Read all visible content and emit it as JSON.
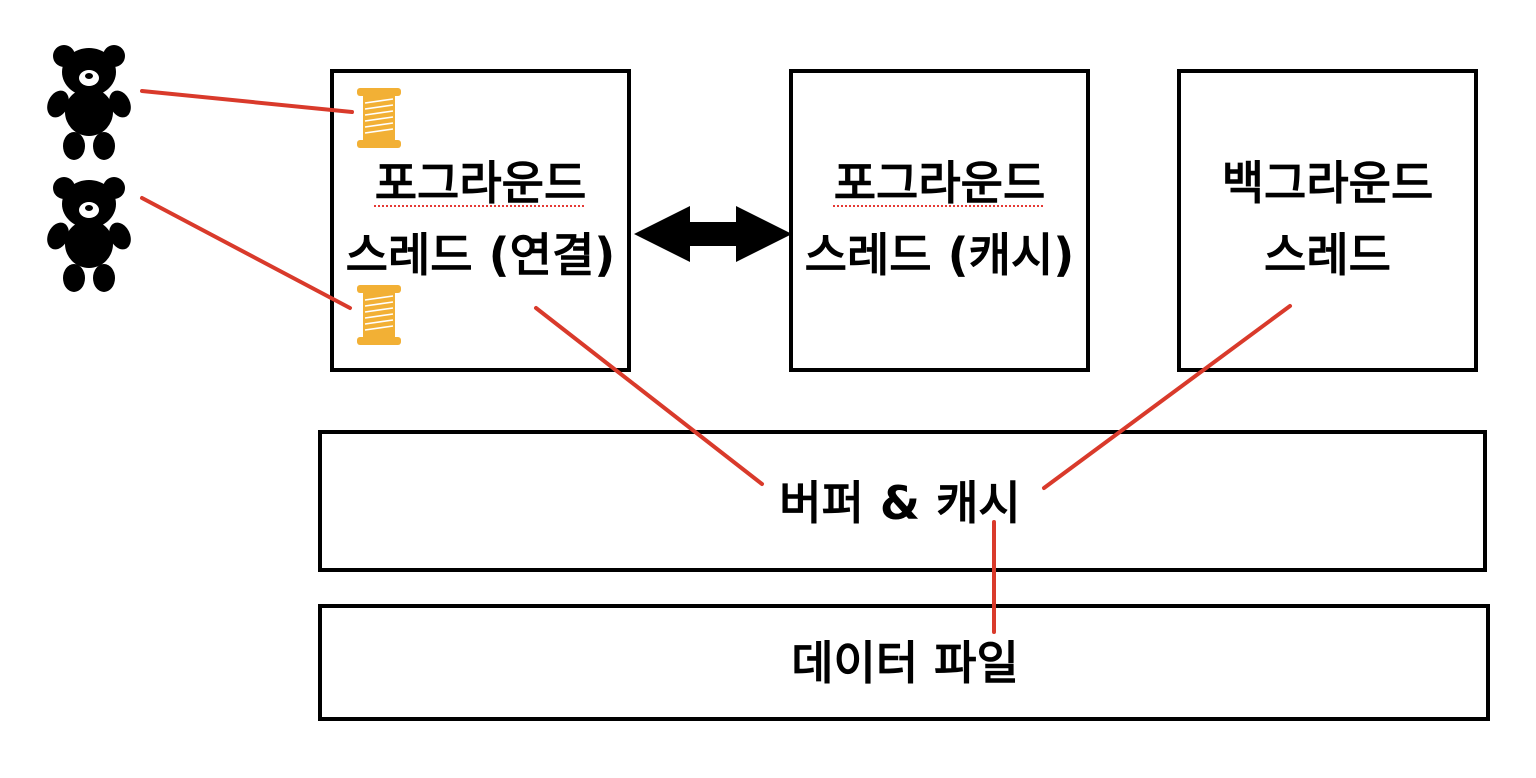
{
  "boxes": {
    "fg_connection": {
      "line1": "포그라운드",
      "line2": "스레드 (연결)"
    },
    "fg_cache": {
      "line1": "포그라운드",
      "line2": "스레드 (캐시)"
    },
    "bg": {
      "line1": "백그라운드",
      "line2": "스레드"
    },
    "buffer_cache": {
      "label": "버퍼 & 캐시"
    },
    "data_file": {
      "label": "데이터 파일"
    }
  },
  "icons": {
    "client": "bear-icon",
    "thread": "spool-icon",
    "exchange": "double-arrow-icon"
  },
  "colors": {
    "line": "#d93a2b",
    "border": "#000000",
    "spool": "#f2b035"
  }
}
